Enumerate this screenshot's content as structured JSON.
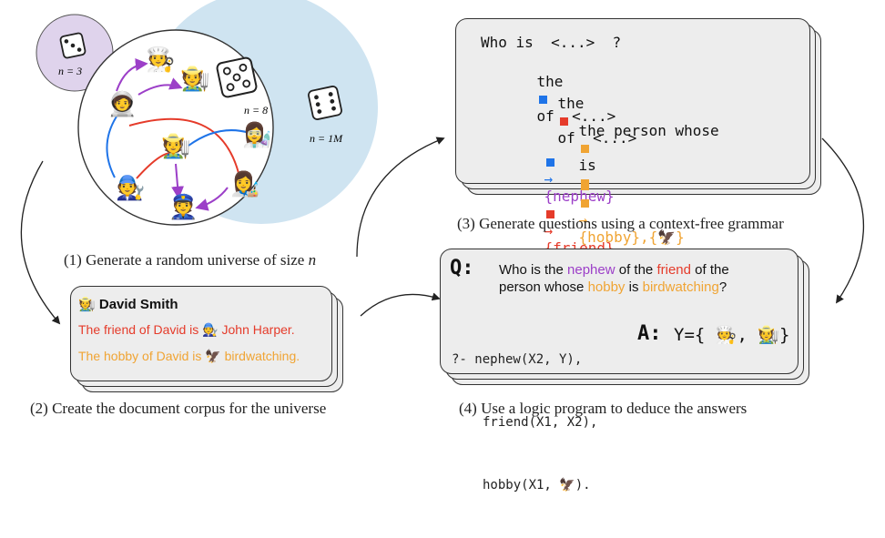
{
  "colors": {
    "blue": "#1f74e8",
    "red": "#e53b2a",
    "orange": "#f0a433",
    "purple": "#9c3fc8",
    "light_blue": "#cfe4f1",
    "light_purple": "#dfd3ec"
  },
  "panel1": {
    "caption_pre": "(1) Generate a random universe of size ",
    "caption_var": "n",
    "small": {
      "label": "n = 3"
    },
    "medium": {
      "label": "n = 8"
    },
    "large": {
      "label": "n = 1M"
    },
    "people_icons": [
      "cook",
      "farmer-woman",
      "astronaut",
      "farmer",
      "scientist",
      "mechanic",
      "artist",
      "police-officer"
    ]
  },
  "panel2": {
    "caption": "(2) Create the document corpus for the universe",
    "name": "David Smith",
    "line1_pre": "The friend of David is",
    "line1_post": "John Harper.",
    "line2_pre": "The hobby of David is",
    "line2_post": "birdwatching."
  },
  "panel3": {
    "caption": "(3) Generate questions using a context-free grammar",
    "g1": "Who is  <...>  ?",
    "g2_pre": "the",
    "g2_post": "of  <...>",
    "g3_pre": "the",
    "g3_post": "of  <...>",
    "g4_pre": "the person whose",
    "g4_mid": "is",
    "arrow": "→",
    "nephew": "{nephew}",
    "friend": "{friend}",
    "hobby": "{hobby},{",
    "hobby_end": "}"
  },
  "panel4": {
    "caption": "(4) Use a logic program to deduce the answers",
    "q_label": "Q:",
    "q_t1": "Who is the ",
    "q_nephew": "nephew",
    "q_t2": " of the ",
    "q_friend": "friend",
    "q_t3": " of the",
    "q_t4": "person whose ",
    "q_hobby": "hobby",
    "q_t5": " is ",
    "q_bird": "birdwatching",
    "q_t6": "?",
    "prolog1": "?- nephew(X2, Y),",
    "prolog2": "friend(X1, X2),",
    "prolog3_pre": "hobby(X1, ",
    "prolog3_post": ").",
    "a_label": "A:",
    "a_open": "Y={",
    "a_sep": ",",
    "a_close": "}"
  }
}
